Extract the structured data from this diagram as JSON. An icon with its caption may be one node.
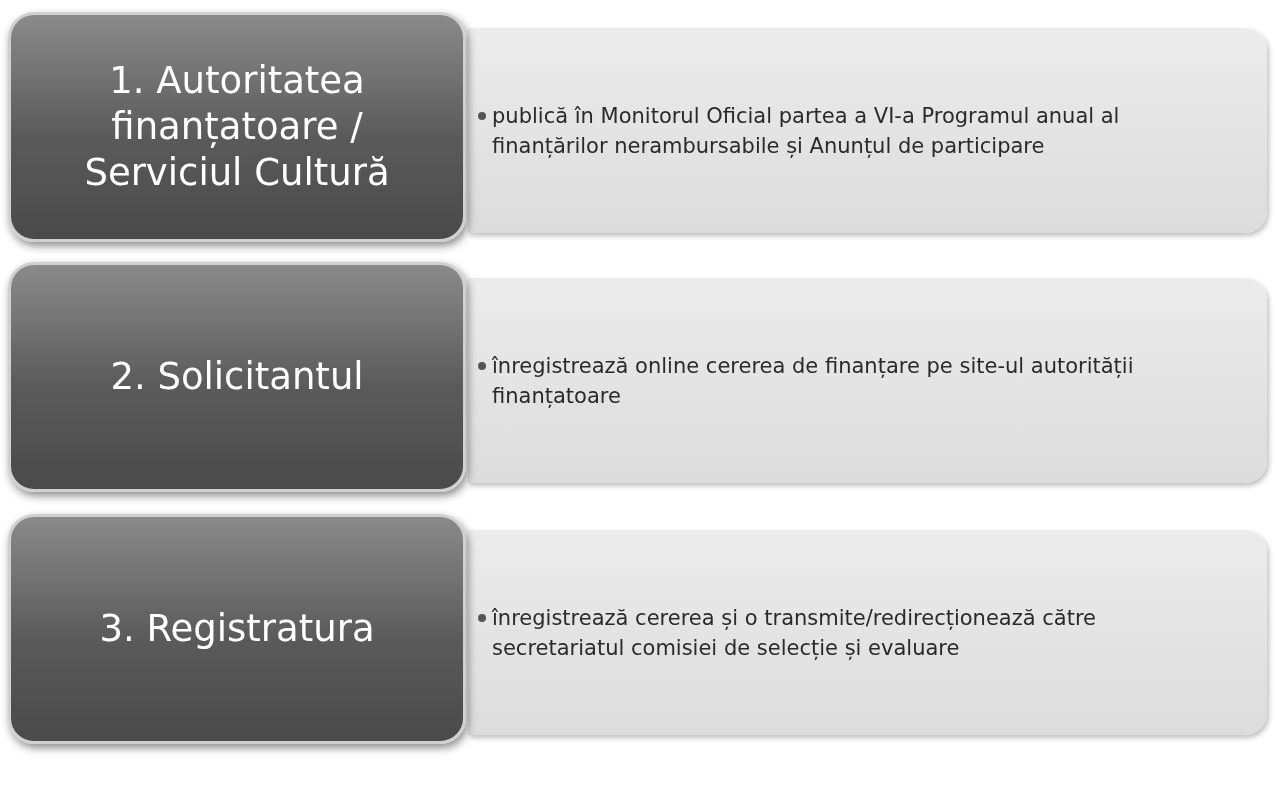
{
  "diagram": {
    "nodes": [
      {
        "text": [
          "1. Autoritatea finanțatoare / Serviciul Cultură"
        ]
      },
      {
        "text": [
          "publică în Monitorul Oficial partea a VI-a Programul anual al finanțărilor nerambursabile și Anunțul de participare"
        ]
      },
      {
        "text": [
          "2. Solicitantul"
        ]
      },
      {
        "text": [
          "înregistrează online cererea de finanțare pe site-ul autorității finanțatoare"
        ]
      },
      {
        "text": [
          "3. Registratura"
        ]
      },
      {
        "text": [
          "înregistrează cererea și o transmite/redirecționează către secretariatul comisiei de selecție și evaluare"
        ]
      }
    ]
  }
}
